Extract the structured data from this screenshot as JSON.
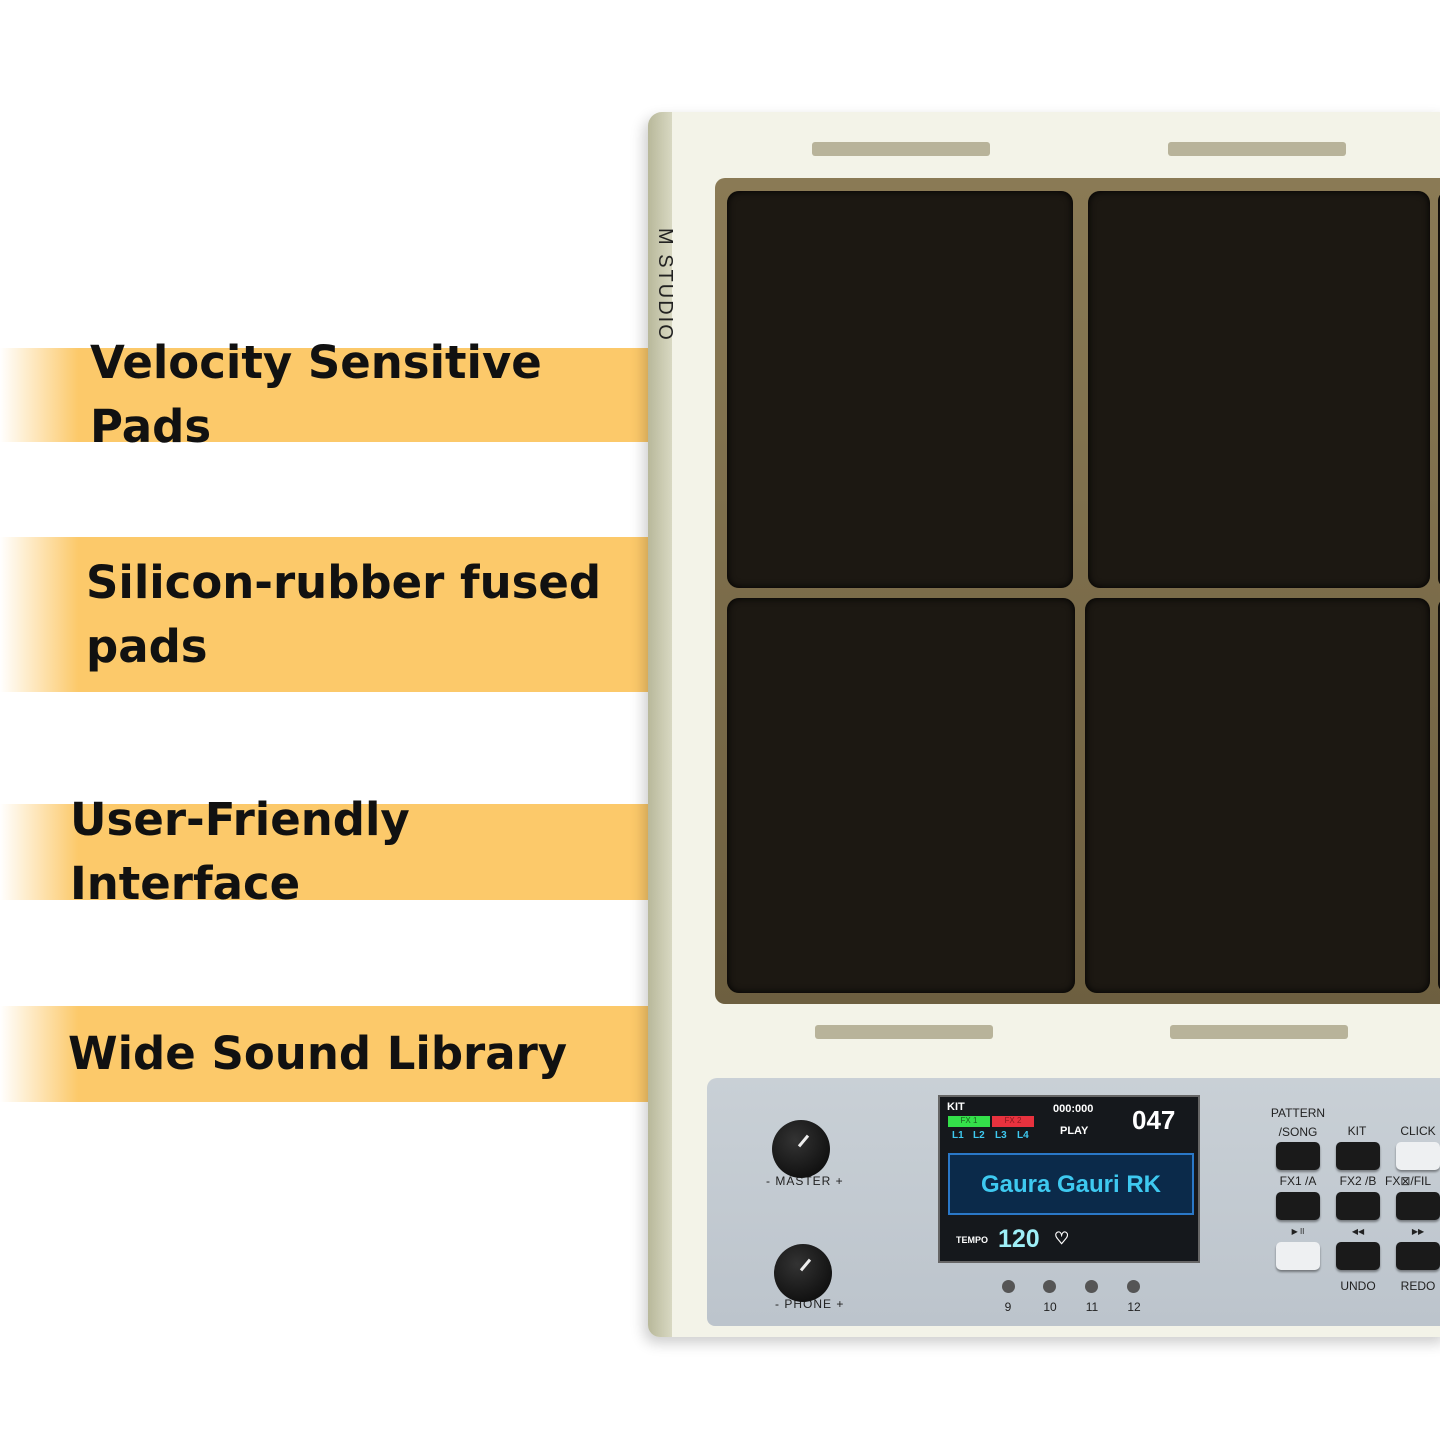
{
  "features": [
    {
      "label": "Velocity Sensitive Pads"
    },
    {
      "label": "Silicon-rubber fused pads"
    },
    {
      "label": "User-Friendly Interface"
    },
    {
      "label": "Wide Sound Library"
    }
  ],
  "colors": {
    "banner": "#fcc96a",
    "pad": "#1c1812",
    "screen_text": "#3ec9f0"
  },
  "device": {
    "brand": "M STUDIO",
    "knobs": [
      {
        "label": "- MASTER +"
      },
      {
        "label": "- PHONE +"
      }
    ],
    "screen": {
      "kit_label": "KIT",
      "fx1": "FX 1",
      "fx2": "FX 2",
      "layers": [
        "L1",
        "L2",
        "L3",
        "L4"
      ],
      "time": "000:000",
      "status": "PLAY",
      "kit_number": "047",
      "kit_name": "Gaura Gauri RK",
      "tempo_label": "TEMPO",
      "tempo": "120"
    },
    "pad_numbers": [
      "9",
      "10",
      "11",
      "12"
    ],
    "buttons": {
      "pattern": "PATTERN\n/SONG",
      "kit": "KIT",
      "click": "CLICK",
      "fx1": "FX1 /A",
      "fx2": "FX2 /B",
      "fx3": "FX⊠/FIL",
      "play": "▶ II",
      "rew": "◀◀",
      "ff": "▶▶",
      "undo": "UNDO",
      "redo": "REDO"
    }
  }
}
